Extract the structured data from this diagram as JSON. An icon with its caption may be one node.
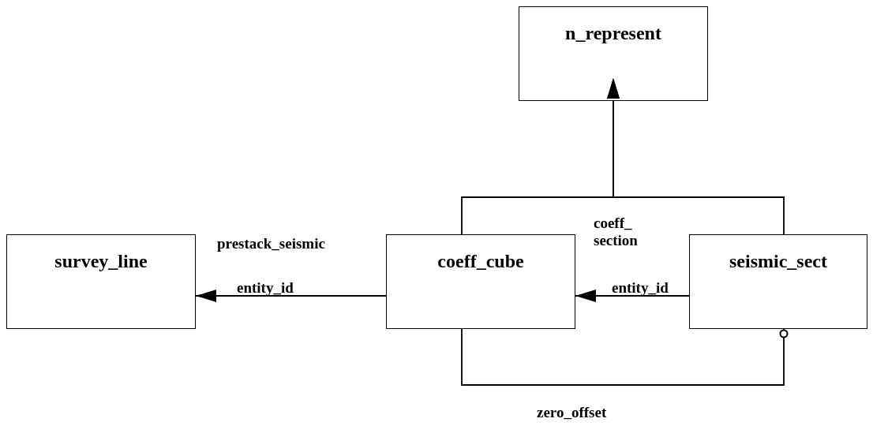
{
  "diagram": {
    "nodes": [
      {
        "text": [
          "n_represent"
        ]
      },
      {
        "text": [
          "survey_line"
        ]
      },
      {
        "text": [
          "coeff_cube"
        ]
      },
      {
        "text": [
          "seismic_sect"
        ]
      }
    ],
    "edges": [
      {
        "from": 2,
        "to": 0,
        "arrow": "to"
      },
      {
        "from": 3,
        "to": 0,
        "arrow": "to"
      },
      {
        "from": 2,
        "to": 1,
        "arrow": "to",
        "label": "prestack_seismic"
      },
      {
        "from": 3,
        "to": 2,
        "arrow": "to",
        "label": "coeff_ section"
      },
      {
        "from": 2,
        "to": 3,
        "arrow": "other",
        "label": "zero_offset"
      }
    ],
    "labels": [
      "entity_id",
      "entity_id"
    ]
  }
}
